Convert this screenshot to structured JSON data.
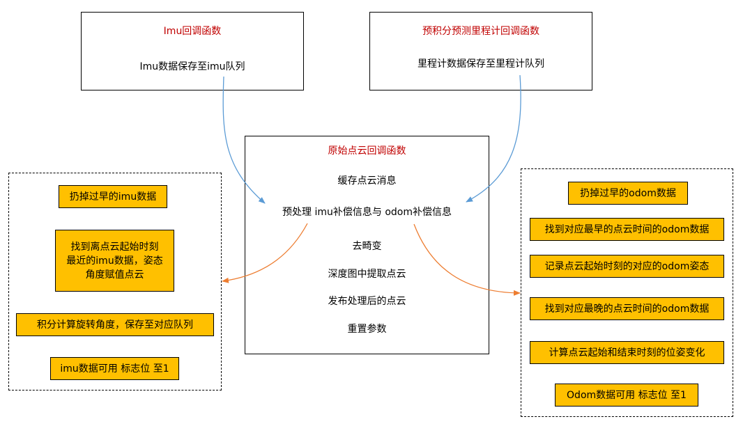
{
  "imu_box": {
    "title": "Imu回调函数",
    "text": "Imu数据保存至imu队列"
  },
  "odom_box": {
    "title": "预积分预测里程计回调函数",
    "text": "里程计数据保存至里程计队列"
  },
  "cloud_box": {
    "title": "原始点云回调函数",
    "steps": [
      "缓存点云消息",
      "预处理 imu补偿信息与 odom补偿信息",
      "去畸变",
      "深度图中提取点云",
      "发布处理后的点云",
      "重置参数"
    ]
  },
  "imu_detail": [
    "扔掉过早的imu数据",
    "找到离点云起始时刻\n最近的imu数据，姿态\n角度赋值点云",
    "积分计算旋转角度，保存至对应队列",
    "imu数据可用 标志位 至1"
  ],
  "odom_detail": [
    "扔掉过早的odom数据",
    "找到对应最早的点云时间的odom数据",
    "记录点云起始时刻的对应的odom姿态",
    "找到对应最晚的点云时间的odom数据",
    "计算点云起始和结束时刻的位姿变化",
    "Odom数据可用 标志位 至1"
  ],
  "colors": {
    "title_red": "#c00000",
    "highlight": "#ffc000",
    "arrow_blue": "#5b9bd5",
    "arrow_orange": "#ed7d31"
  }
}
